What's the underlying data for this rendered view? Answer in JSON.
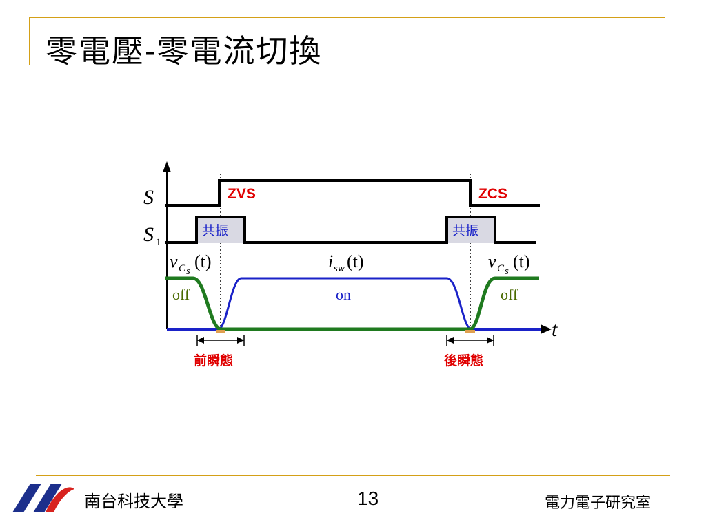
{
  "slide": {
    "title": "零電壓-零電流切換",
    "school": "南台科技大學",
    "page_number": "13",
    "lab": "電力電子研究室"
  },
  "diagram": {
    "signal_s": "S",
    "signal_s1": "S",
    "signal_s1_sub": "1",
    "zvs_label": "ZVS",
    "zcs_label": "ZCS",
    "resonance_left": "共振",
    "resonance_right": "共振",
    "vcs_left": "v",
    "vcs_left_sub": "C",
    "vcs_left_subsub": "s",
    "vcs_left_arg": "(t)",
    "isw": "i",
    "isw_sub": "sw",
    "isw_arg": "(t)",
    "vcs_right": "v",
    "vcs_right_sub": "C",
    "vcs_right_subsub": "s",
    "vcs_right_arg": "(t)",
    "off_left": "off",
    "on_label": "on",
    "off_right": "off",
    "time_axis": "t",
    "front_transient": "前瞬態",
    "rear_transient": "後瞬態",
    "colors": {
      "voltage": "#1f7a1f",
      "current": "#1a22c8",
      "emphasis": "#e00000",
      "resonance_fill": "#d9d9e3",
      "accent_rule": "#d4a017"
    }
  }
}
